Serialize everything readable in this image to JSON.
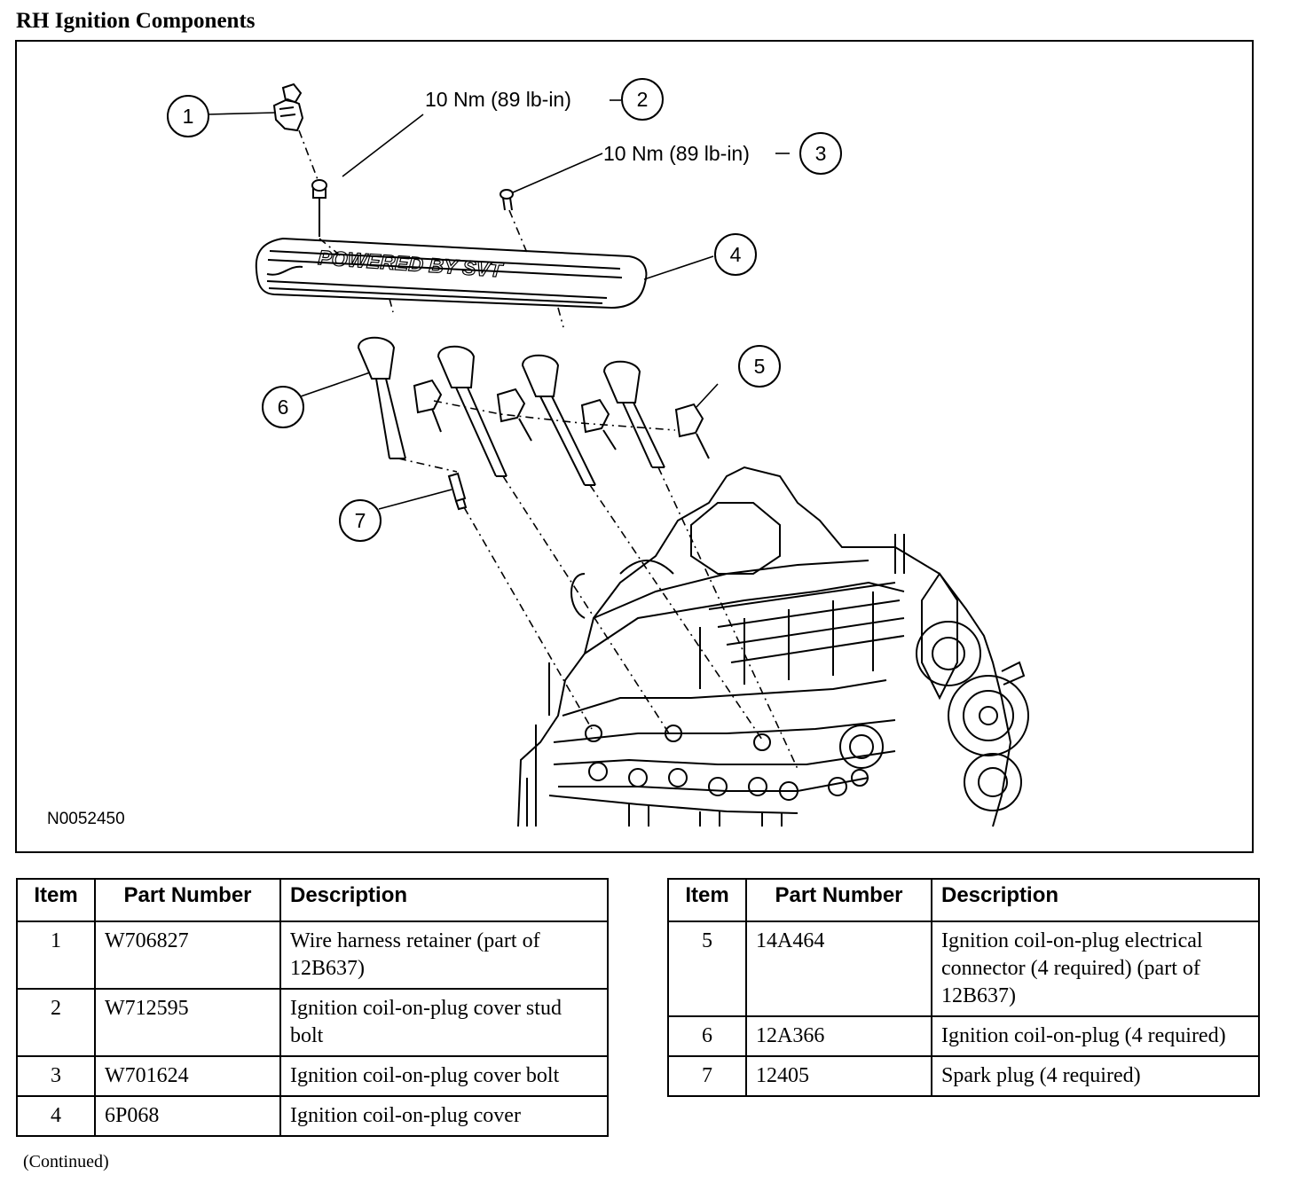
{
  "title": "RH Ignition Components",
  "figure": {
    "code": "N0052450",
    "callouts": [
      {
        "num": "1"
      },
      {
        "num": "2",
        "label": "10 Nm (89 lb-in)"
      },
      {
        "num": "3",
        "label": "10 Nm (89 lb-in)"
      },
      {
        "num": "4"
      },
      {
        "num": "5"
      },
      {
        "num": "6"
      },
      {
        "num": "7"
      }
    ],
    "cover_text": "POWERED BY SVT"
  },
  "table": {
    "headers": {
      "item": "Item",
      "part_number": "Part Number",
      "description": "Description"
    },
    "left_rows": [
      {
        "item": "1",
        "part_number": "W706827",
        "description": "Wire harness retainer (part of 12B637)"
      },
      {
        "item": "2",
        "part_number": "W712595",
        "description": "Ignition coil-on-plug cover stud bolt"
      },
      {
        "item": "3",
        "part_number": "W701624",
        "description": "Ignition coil-on-plug cover bolt"
      },
      {
        "item": "4",
        "part_number": "6P068",
        "description": "Ignition coil-on-plug cover"
      }
    ],
    "right_rows": [
      {
        "item": "5",
        "part_number": "14A464",
        "description": "Ignition coil-on-plug electrical connector (4 required) (part of 12B637)"
      },
      {
        "item": "6",
        "part_number": "12A366",
        "description": "Ignition coil-on-plug (4 required)"
      },
      {
        "item": "7",
        "part_number": "12405",
        "description": "Spark plug (4 required)"
      }
    ]
  },
  "footer": {
    "continued": "(Continued)"
  }
}
